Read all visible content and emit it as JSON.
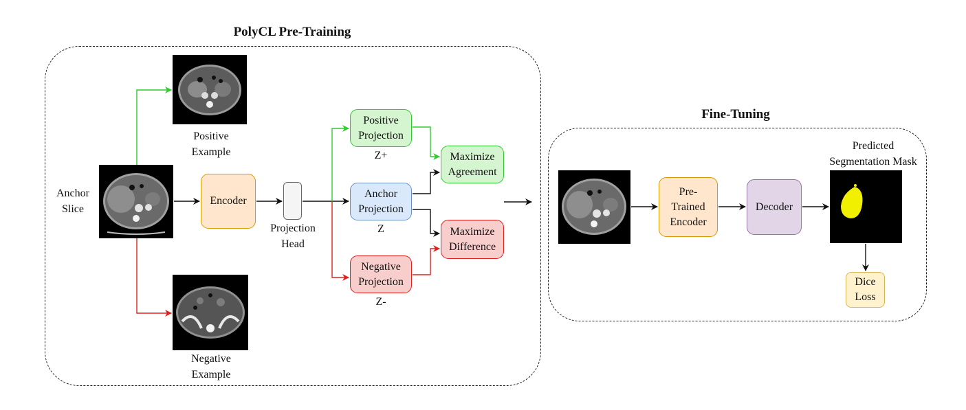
{
  "pretraining": {
    "title": "PolyCL Pre-Training",
    "anchor_label": "Anchor\nSlice",
    "positive_label": "Positive\nExample",
    "negative_label": "Negative\nExample",
    "encoder": "Encoder",
    "projection_head_label": "Projection\nHead",
    "positive_projection": "Positive\nProjection",
    "anchor_projection": "Anchor\nProjection",
    "negative_projection": "Negative\nProjection",
    "z_plus": "Z+",
    "z": "Z",
    "z_minus": "Z-",
    "maximize_agreement": "Maximize\nAgreement",
    "maximize_difference": "Maximize\nDifference"
  },
  "finetuning": {
    "title": "Fine-Tuning",
    "pretrained_encoder": "Pre-\nTrained\nEncoder",
    "decoder": "Decoder",
    "mask_label": "Predicted\nSegmentation Mask",
    "dice_loss": "Dice\nLoss"
  },
  "colors": {
    "positive": "#2ecc2e",
    "negative": "#e0201c",
    "arrow": "#111111"
  }
}
